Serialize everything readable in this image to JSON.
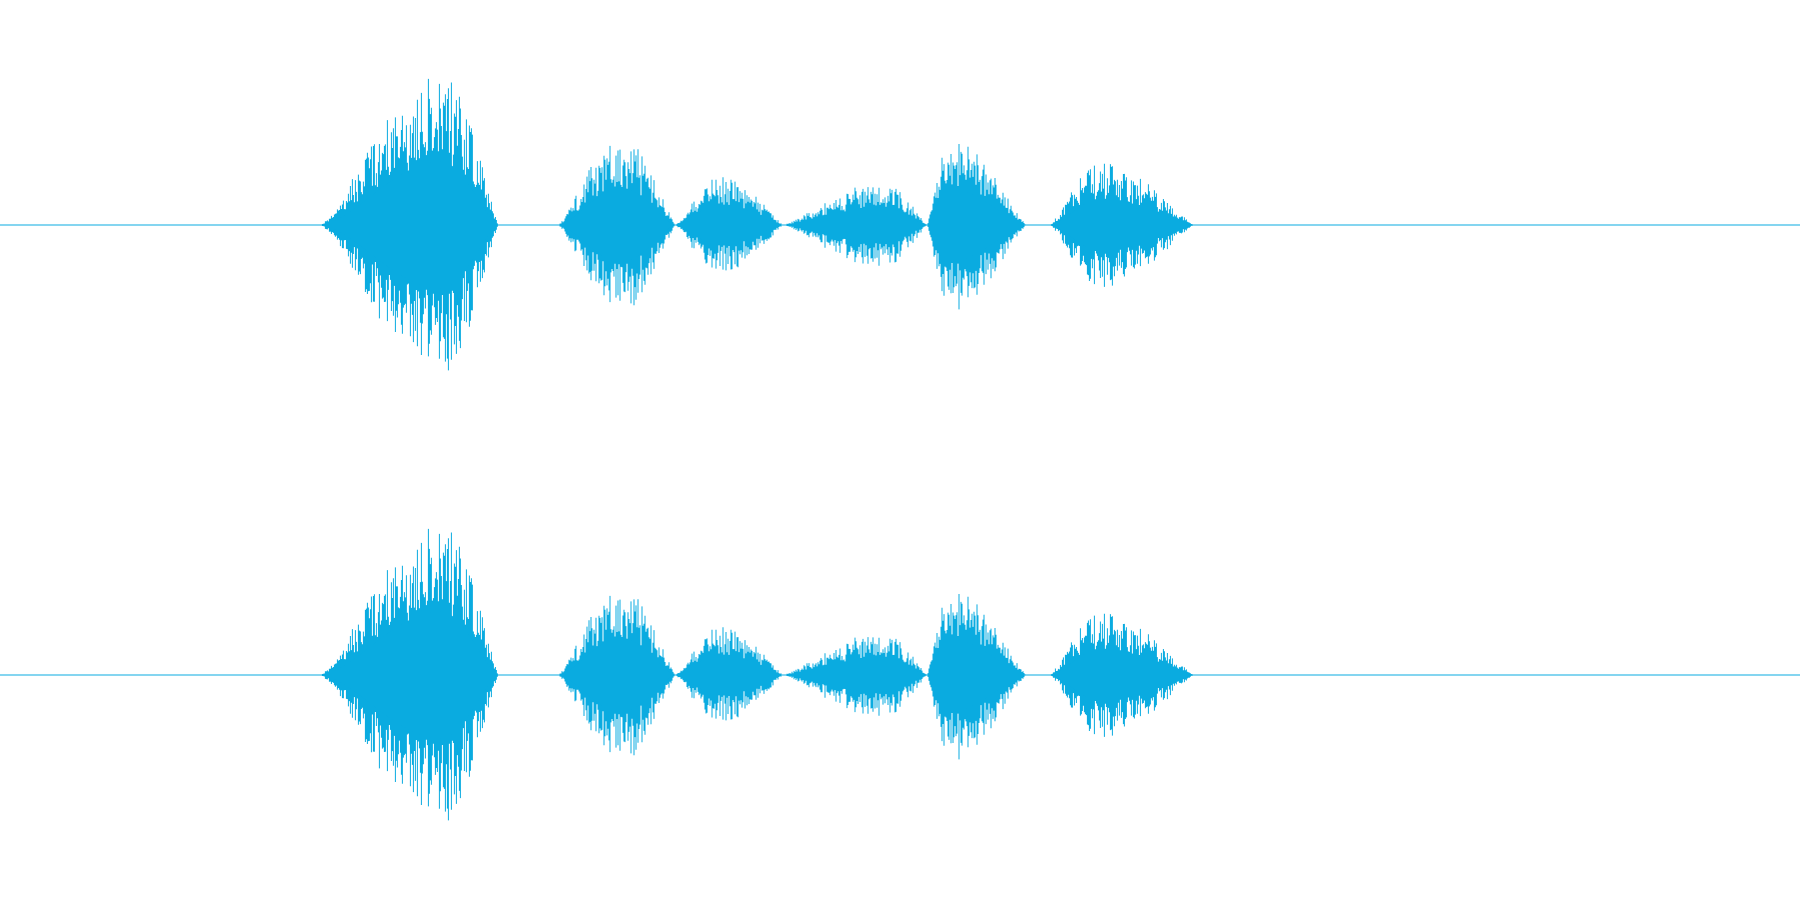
{
  "chart_data": {
    "type": "waveform",
    "title": "",
    "xlabel": "",
    "ylabel": "",
    "grid": false,
    "legend": "none",
    "color": "#0aabe0",
    "duration_fraction_range": [
      0,
      1
    ],
    "amplitude_range": [
      -1,
      1
    ],
    "channels": [
      {
        "segments": [
          {
            "start": 0.178,
            "end": 0.277,
            "peak": 0.99,
            "peak_at": 0.245
          },
          {
            "start": 0.31,
            "end": 0.375,
            "peak": 0.58,
            "peak_at": 0.345
          },
          {
            "start": 0.375,
            "end": 0.435,
            "peak": 0.32,
            "peak_at": 0.4
          },
          {
            "start": 0.435,
            "end": 0.515,
            "peak": 0.28,
            "peak_at": 0.49
          },
          {
            "start": 0.515,
            "end": 0.57,
            "peak": 0.58,
            "peak_at": 0.526
          },
          {
            "start": 0.583,
            "end": 0.663,
            "peak": 0.41,
            "peak_at": 0.612
          }
        ]
      },
      {
        "segments": [
          {
            "start": 0.178,
            "end": 0.277,
            "peak": 0.99,
            "peak_at": 0.245
          },
          {
            "start": 0.31,
            "end": 0.375,
            "peak": 0.58,
            "peak_at": 0.345
          },
          {
            "start": 0.375,
            "end": 0.435,
            "peak": 0.32,
            "peak_at": 0.4
          },
          {
            "start": 0.435,
            "end": 0.515,
            "peak": 0.28,
            "peak_at": 0.49
          },
          {
            "start": 0.515,
            "end": 0.57,
            "peak": 0.58,
            "peak_at": 0.526
          },
          {
            "start": 0.583,
            "end": 0.663,
            "peak": 0.41,
            "peak_at": 0.612
          }
        ]
      }
    ]
  }
}
